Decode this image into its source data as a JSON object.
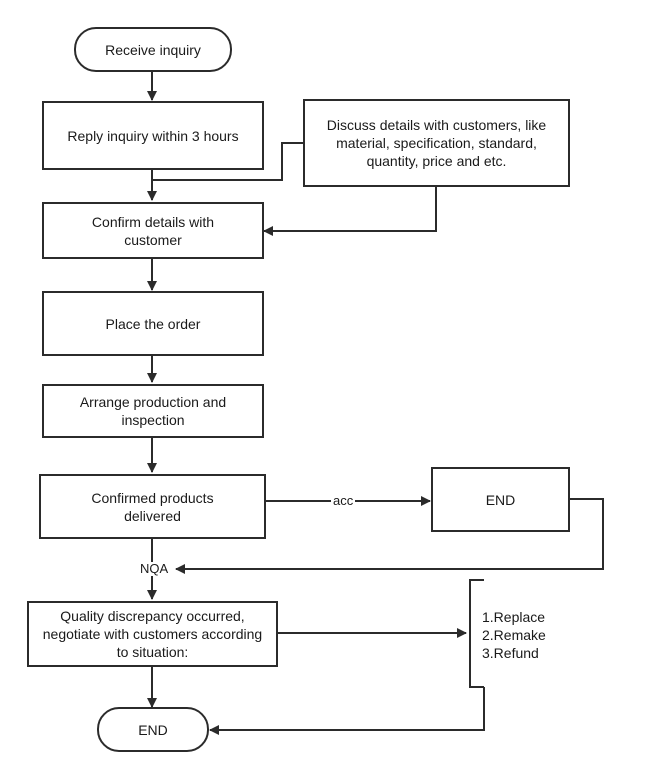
{
  "nodes": {
    "receive": "Receive inquiry",
    "reply": "Reply inquiry within 3 hours",
    "discuss": "Discuss details with customers, like material, specification, standard, quantity, price and etc.",
    "confirm": "Confirm details with customer",
    "place": "Place the order",
    "arrange": "Arrange production and inspection",
    "delivered": "Confirmed products delivered",
    "end_acc": "END",
    "quality": "Quality discrepancy occurred, negotiate with customers according to situation:",
    "end_final": "END"
  },
  "edge_labels": {
    "acc": "acc",
    "nqa": "NQA"
  },
  "options": [
    "1.Replace",
    "2.Remake",
    "3.Refund"
  ]
}
